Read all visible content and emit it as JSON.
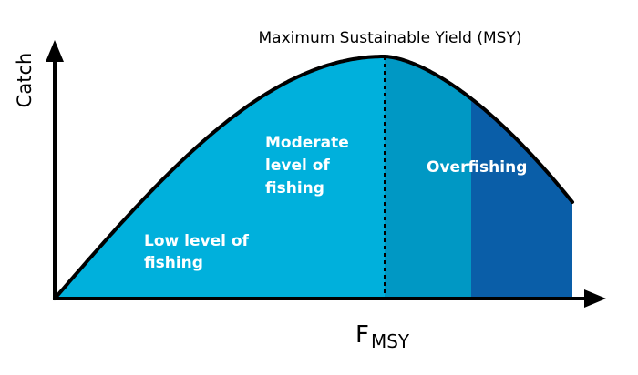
{
  "diagram": {
    "y_axis_label": "Catch",
    "msy_label": "Maximum Sustainable Yield (MSY)",
    "x_tick": {
      "main": "F",
      "subscript": "MSY"
    },
    "regions": {
      "low": [
        "Low level of",
        "fishing"
      ],
      "moderate": [
        "Moderate",
        "level of",
        "fishing"
      ],
      "overfishing": [
        "Overfishing"
      ]
    },
    "colors": {
      "low_moderate": "#00b0dc",
      "overfishing_light": "#0098c4",
      "overfishing_dark": "#0a5ea8",
      "axis": "#000000",
      "curve": "#000000"
    }
  }
}
